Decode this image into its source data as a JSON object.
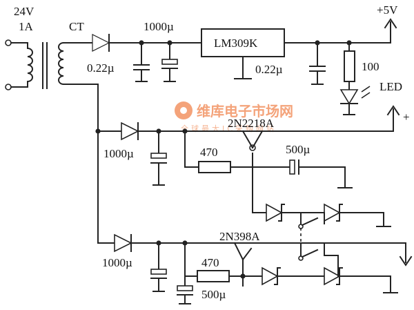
{
  "labels": {
    "transformer_voltage": "24V",
    "transformer_current": "1A",
    "center_tap": "CT",
    "cap_top_in": "1000µ",
    "cap_small_left": "0.22µ",
    "regulator": "LM309K",
    "cap_small_right": "0.22µ",
    "out_5v": "+5V",
    "resistor_led": "100",
    "led": "LED",
    "plus_mid": "+",
    "cap_mid": "1000µ",
    "transistor_top": "2N2218A",
    "resistor_mid": "470",
    "cap_mid_right": "500µ",
    "transistor_bottom": "2N398A",
    "cap_bottom": "1000µ",
    "resistor_bottom": "470",
    "cap_bottom_right": "500µ"
  },
  "watermark": {
    "brand": "维库电子市场网",
    "tagline": "全球最大IC采购网站"
  }
}
